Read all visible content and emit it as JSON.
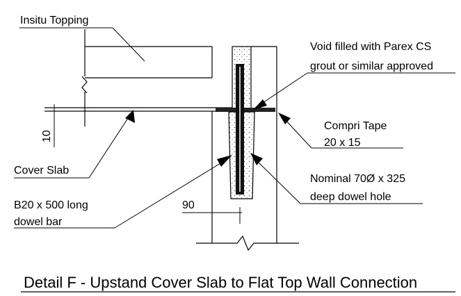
{
  "title": "Detail F - Upstand Cover Slab to Flat Top Wall Connection",
  "labels": {
    "insitu_topping": "Insitu Topping",
    "void_line1": "Void filled with Parex CS",
    "void_line2": "grout or similar approved",
    "compri_line1": "Compri Tape",
    "compri_line2": "20 x 15",
    "cover_slab": "Cover Slab",
    "dowel_hole_line1": "Nominal 70Ø x 325",
    "dowel_hole_line2": "deep dowel hole",
    "dowel_bar_line1": "B20 x 500 long",
    "dowel_bar_line2": "dowel bar"
  },
  "dimensions": {
    "gap": "10",
    "offset": "90"
  }
}
